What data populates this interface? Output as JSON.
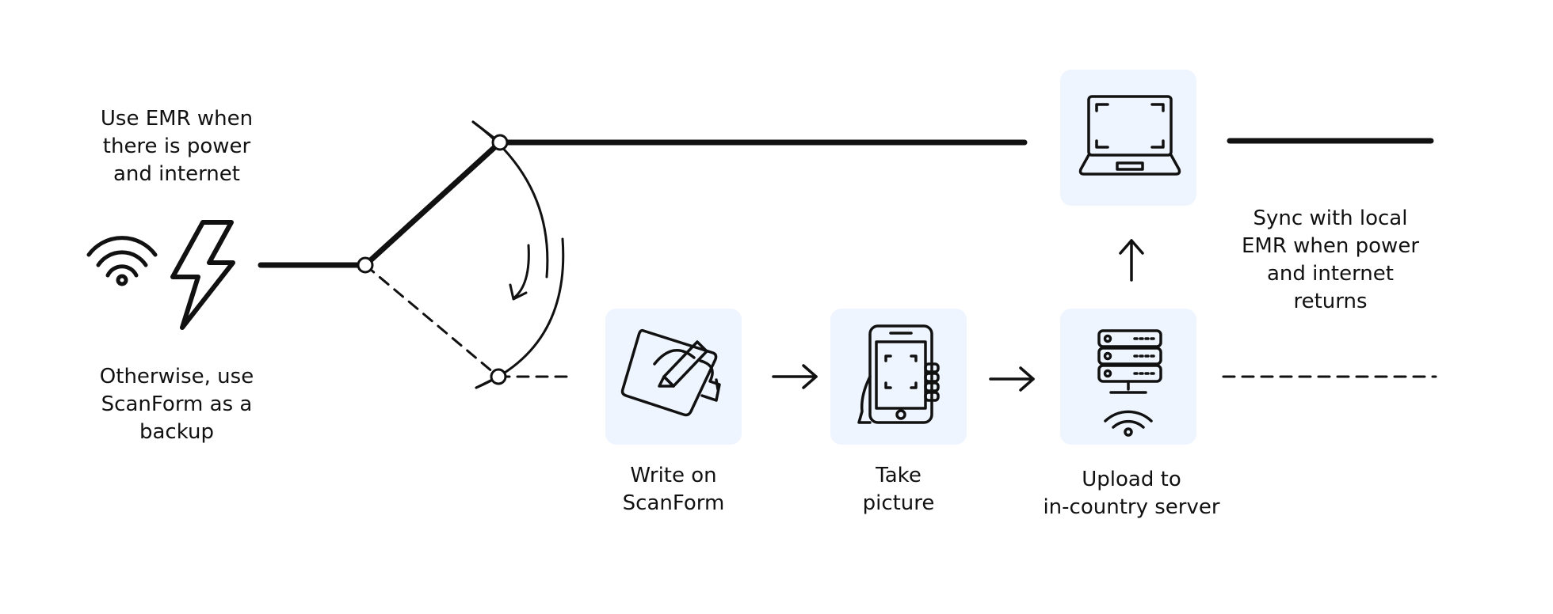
{
  "labels": {
    "emr": "Use EMR when\nthere is power\nand internet",
    "backup": "Otherwise, use\nScanForm as a\nbackup",
    "write": "Write on\nScanForm",
    "picture": "Take\npicture",
    "upload": "Upload to\nin-country server",
    "sync": "Sync with local\nEMR when power\nand internet\nreturns"
  },
  "icons": {
    "wifi": "wifi-icon",
    "power": "lightning-bolt-icon",
    "form": "hand-writing-form-icon",
    "phone": "phone-camera-icon",
    "server": "server-wifi-icon",
    "laptop": "laptop-icon"
  },
  "colors": {
    "icon_box": "#eef5ff",
    "stroke": "#111111"
  }
}
